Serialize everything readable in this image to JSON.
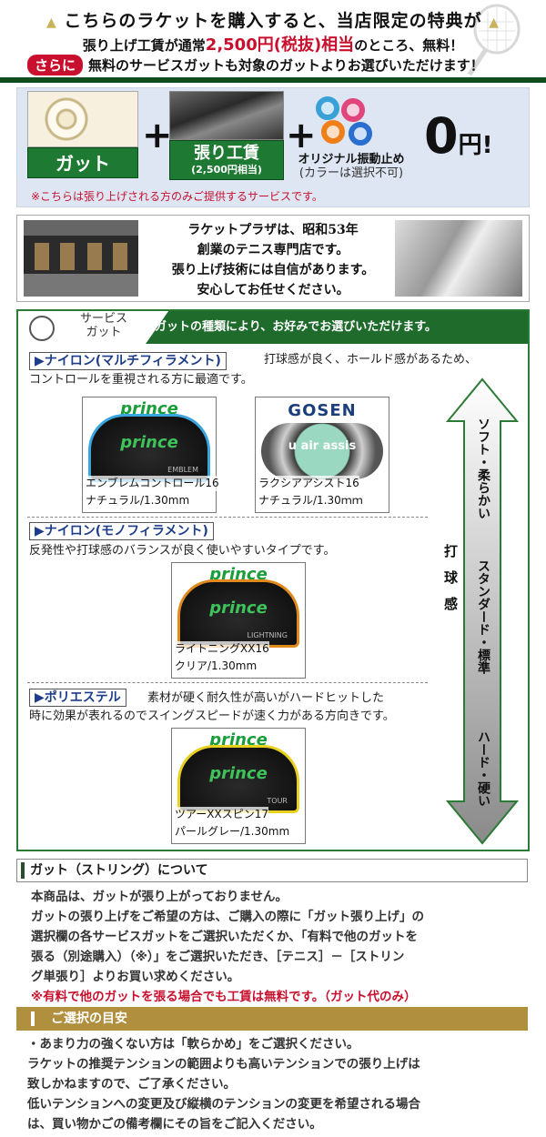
{
  "header": {
    "line1": "こちらのラケットを購入すると、当店限定の特典が",
    "line2_pre": "張り上げ工賃が通常",
    "line2_price": "2,500円(税抜)相当",
    "line2_post": "のところ、無料！",
    "line3_badge": "さらに",
    "line3_text": "無料のサービスガットも対象のガットよりお選びいただけます！"
  },
  "offer": {
    "gut_label": "ガット",
    "stringing_label": "張り工賃",
    "stringing_sub": "(2,500円相当)",
    "damper_label": "オリジナル振動止め",
    "damper_sub": "(カラーは選択不可)",
    "price_big": "0",
    "price_unit": "円!",
    "note": "※こちらは張り上げされる方のみご提供するサービスです。",
    "colors": {
      "green": "#1e7a32",
      "red": "#c8102e"
    }
  },
  "shop": {
    "lines": [
      "ラケットプラザは、昭和53年",
      "創業のテニス専門店です。",
      "張り上げ技術には自信があります。",
      "安心してお任せください。"
    ]
  },
  "service": {
    "tab_line1": "サービス",
    "tab_line2": "ガット",
    "heading": "ガットの種類により、お好みでお選びいただけます。",
    "categories": [
      {
        "label": "ナイロン(マルチフィラメント)",
        "desc_line1": "打球感が良く、ホールド感があるため、",
        "desc_line2": "コントロールを重視される方に最適です。",
        "products": [
          {
            "brand": "prince",
            "pack_text": "prince",
            "pack_sub": "EMBLEM",
            "name": "エンブレムコントロール16",
            "spec": "ナチュラル/1.30mm"
          },
          {
            "brand": "GOSEN",
            "pack_text": "u air assis",
            "pack_sub": "",
            "name": "ラクシアアシスト16",
            "spec": "ナチュラル/1.30ｍｍ"
          }
        ]
      },
      {
        "label": "ナイロン(モノフィラメント)",
        "desc_line1": "反発性や打球感のバランスが良く使いやすいタイプです。",
        "desc_line2": "",
        "products": [
          {
            "brand": "prince",
            "pack_text": "prince",
            "pack_sub": "LIGHTNING",
            "name": "ライトニングXX16",
            "spec": "クリア/1.30mm"
          }
        ]
      },
      {
        "label": "ポリエステル",
        "desc_line1": "素材が硬く耐久性が高いがハードヒットした",
        "desc_line2": "時に効果が表れるのでスイングスピードが速く力がある方向きです。",
        "products": [
          {
            "brand": "prince",
            "pack_text": "prince",
            "pack_sub": "TOUR",
            "name": "ツアーXXスピン17",
            "spec": "パールグレー/1.30mm"
          }
        ]
      }
    ],
    "feel_label": "打球感",
    "scale": {
      "top": "ソフト・柔らかい",
      "mid": "スタンダード・標準",
      "bottom": "ハード・硬い"
    }
  },
  "about": {
    "heading": "ガット（ストリング）について",
    "lines": [
      "本商品は、ガットが張り上がっておりません。",
      "ガットの張り上げをご希望の方は、ご購入の際に「ガット張り上げ」の",
      "選択欄の各サービスガットをご選択いただくか、「有料で他のガットを",
      "張る（別途購入）（※）」をご選択いただき、［テニス］－［ストリン",
      "グ単張り］よりお買い求めください。"
    ],
    "note": "※有料で他のガットを張る場合でも工賃は無料です。（ガット代のみ）"
  },
  "guide": {
    "heading": "ご選択の目安",
    "lines": [
      "・あまり力の強くない方は「軟らかめ」をご選択ください。",
      "ラケットの推奨テンションの範囲よりも高いテンションでの張り上げは",
      "致しかねますので、ご了承ください。",
      "低いテンションへの変更及び縦横のテンションの変更を希望される場合",
      "は、買い物かごの備考欄にその旨をご記入ください。"
    ]
  }
}
